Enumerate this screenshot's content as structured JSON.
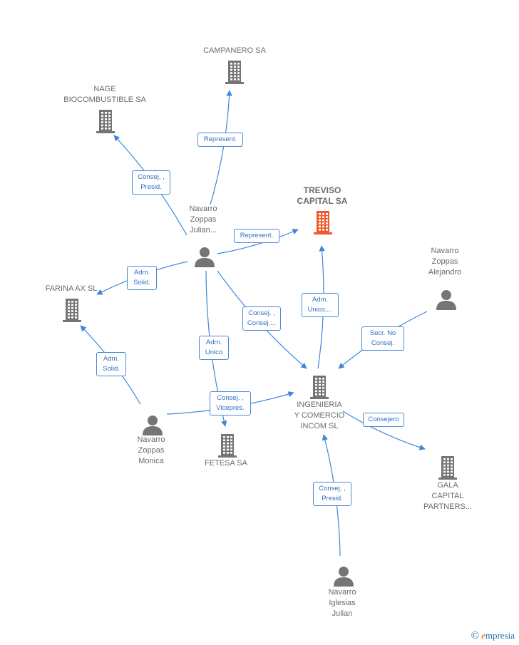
{
  "colors": {
    "edge": "#3f86d8",
    "node": "#757575",
    "highlight": "#f05a28"
  },
  "nodes": {
    "campanero": {
      "label": "CAMPANERO SA",
      "type": "company"
    },
    "nage": {
      "label": "NAGE\nBIOCOMBUSTIBLE SA",
      "type": "company"
    },
    "treviso": {
      "label": "TREVISO\nCAPITAL SA",
      "type": "company-highlight"
    },
    "farina": {
      "label": "FARINA AX SL",
      "type": "company"
    },
    "ingenieria": {
      "label": "INGENIERIA\nY COMERCIO\nINCOM SL",
      "type": "company"
    },
    "fetesa": {
      "label": "FETESA SA",
      "type": "company"
    },
    "gala": {
      "label": "GALA\nCAPITAL\nPARTNERS...",
      "type": "company"
    },
    "julian": {
      "label": "Navarro\nZoppas\nJulian...",
      "type": "person"
    },
    "alejandro": {
      "label": "Navarro\nZoppas\nAlejandro",
      "type": "person"
    },
    "monica": {
      "label": "Navarro\nZoppas\nMonica",
      "type": "person"
    },
    "iglesias": {
      "label": "Navarro\nIglesias\nJulian",
      "type": "person"
    }
  },
  "edges": [
    {
      "from": "julian",
      "to": "campanero",
      "label": "Represent."
    },
    {
      "from": "julian",
      "to": "nage",
      "label": "Consej. ,\nPresid."
    },
    {
      "from": "julian",
      "to": "treviso",
      "label": "Represent."
    },
    {
      "from": "julian",
      "to": "farina",
      "label": "Adm.\nSolid."
    },
    {
      "from": "julian",
      "to": "ingenieria",
      "label": "Consej. ,\nConsej...."
    },
    {
      "from": "julian",
      "to": "fetesa",
      "label": "Adm.\nUnico"
    },
    {
      "from": "ingenieria",
      "to": "treviso",
      "label": "Adm.\nUnico,..."
    },
    {
      "from": "alejandro",
      "to": "ingenieria",
      "label": "Secr.  No\nConsej."
    },
    {
      "from": "monica",
      "to": "farina",
      "label": "Adm.\nSolid."
    },
    {
      "from": "monica",
      "to": "ingenieria",
      "label": "Consej. ,\nVicepres."
    },
    {
      "from": "ingenieria",
      "to": "gala",
      "label": "Consejero"
    },
    {
      "from": "iglesias",
      "to": "ingenieria",
      "label": "Consej. ,\nPresid."
    }
  ],
  "brand": {
    "copyright": "©",
    "initial": "e",
    "rest": "mpresia"
  }
}
